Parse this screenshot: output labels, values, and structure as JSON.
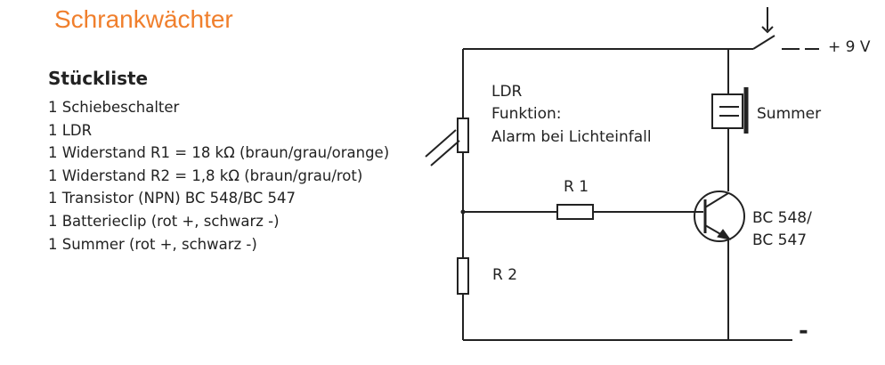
{
  "title": "Schrankwächter",
  "parts_list": {
    "heading": "Stückliste",
    "items": [
      "1 Schiebeschalter",
      "1 LDR",
      "1 Widerstand R1 = 18 kΩ (braun/grau/orange)",
      "1 Widerstand R2 = 1,8 kΩ (braun/grau/rot)",
      "1 Transistor (NPN) BC 548/BC 547",
      "1 Batterieclip (rot +, schwarz -)",
      "1 Summer (rot +, schwarz -)"
    ]
  },
  "circuit": {
    "ldr_label": "LDR",
    "function_label": "Funktion:",
    "function_text": "Alarm bei Lichteinfall",
    "r1_label": "R 1",
    "r2_label": "R 2",
    "buzzer_label": "Summer",
    "transistor_label_1": "BC 548/",
    "transistor_label_2": "BC 547",
    "plus_label": "+ 9 V",
    "minus_label": "-"
  }
}
